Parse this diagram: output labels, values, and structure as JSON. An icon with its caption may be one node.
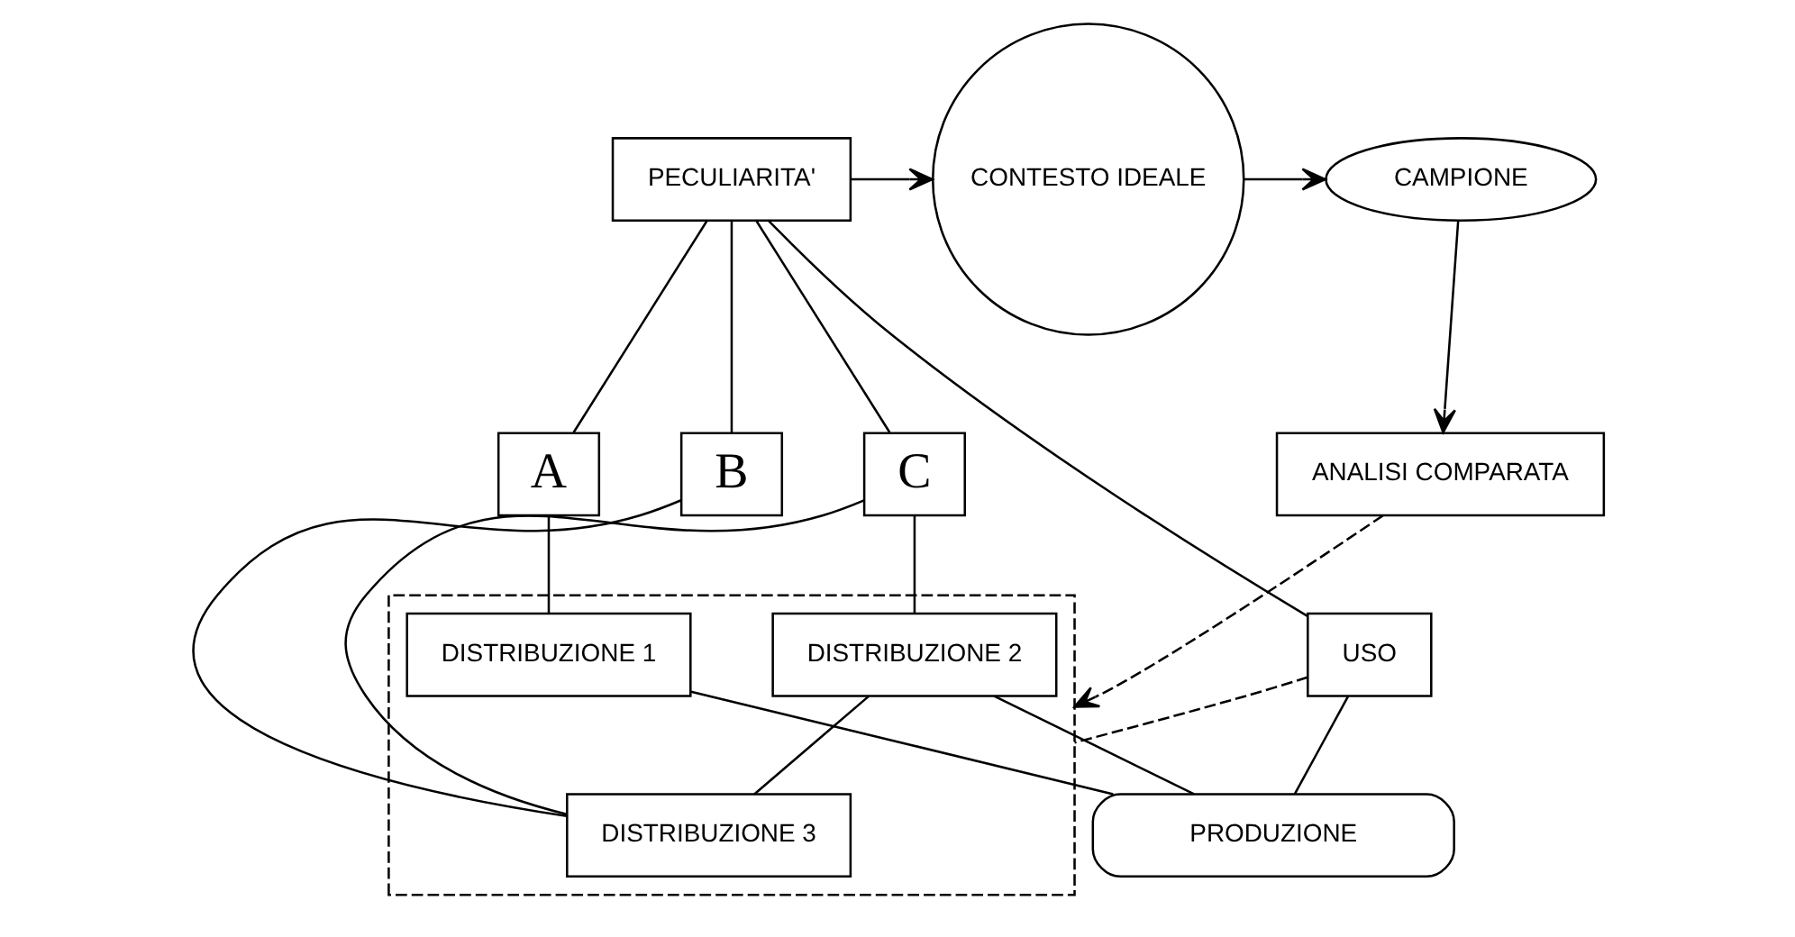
{
  "diagram": {
    "nodes": [
      {
        "text": [
          "PECULIARITA'"
        ]
      },
      {
        "text": [
          "CONTESTO IDEALE"
        ]
      },
      {
        "text": [
          "CAMPIONE"
        ]
      },
      {
        "text": [
          "A"
        ]
      },
      {
        "text": [
          "B"
        ]
      },
      {
        "text": [
          "C"
        ]
      },
      {
        "text": [
          "ANALISI COMPARATA"
        ]
      },
      {
        "text": [],
        "shape": "box"
      },
      {
        "text": [
          "DISTRIBUZIONE 3"
        ],
        "in": 7
      },
      {
        "text": [
          "USO"
        ]
      },
      {
        "text": [
          "DISTRIBUZIONE 1"
        ],
        "in": 7
      },
      {
        "text": [
          "DISTRIBUZIONE 2"
        ],
        "in": 7
      },
      {
        "text": [
          "PRODUZIONE"
        ]
      }
    ],
    "edges": [
      {
        "from": 0,
        "to": 1,
        "arrow": "to"
      },
      {
        "from": 1,
        "to": 2,
        "arrow": "to"
      },
      {
        "from": 2,
        "to": 6,
        "arrow": "to"
      },
      {
        "from": 6,
        "to": 7,
        "arrow": "to",
        "style": "dashed"
      },
      {
        "from": 0,
        "to": 9,
        "arrow": "none"
      },
      {
        "from": 0,
        "to": 3,
        "arrow": "none"
      },
      {
        "from": 0,
        "to": 4,
        "arrow": "none"
      },
      {
        "from": 0,
        "to": 5,
        "arrow": "none"
      },
      {
        "from": 3,
        "to": 10,
        "arrow": "none"
      },
      {
        "from": 4,
        "to": 8,
        "arrow": "none"
      },
      {
        "from": 5,
        "to": 8,
        "arrow": "none"
      },
      {
        "from": 8,
        "to": 11,
        "arrow": "none"
      },
      {
        "from": 5,
        "to": 11,
        "arrow": "none"
      },
      {
        "from": 9,
        "to": 7,
        "arrow": "none",
        "style": "dashed"
      },
      {
        "from": 10,
        "to": 12,
        "arrow": "none"
      },
      {
        "from": 11,
        "to": 12,
        "arrow": "none"
      },
      {
        "from": 9,
        "to": 12,
        "arrow": "none"
      }
    ]
  }
}
